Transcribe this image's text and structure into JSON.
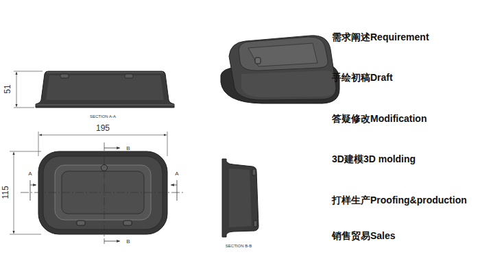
{
  "diagram": {
    "labels": [
      "51",
      "SECTION A-A",
      "195",
      "B",
      "A",
      "A",
      "115",
      "B",
      "SECTION B-B",
      "需求阐述Requirement",
      "手绘初稿Draft",
      "答疑修改Modification",
      "3D建模3D molding",
      "打样生产Proofing&production",
      "销售贸易Sales"
    ]
  }
}
